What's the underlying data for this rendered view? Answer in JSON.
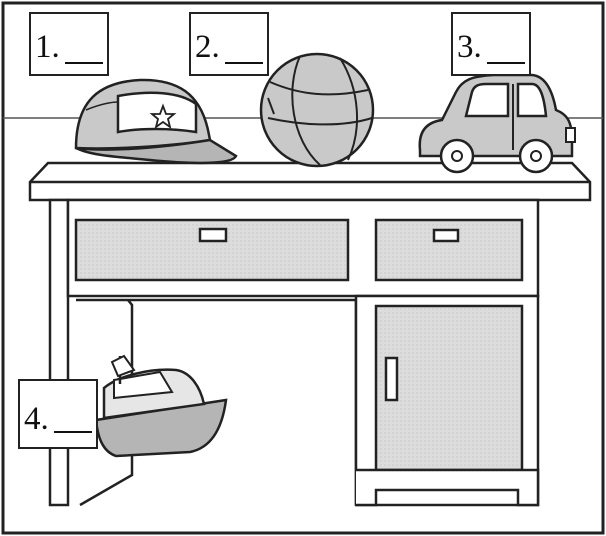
{
  "labels": [
    {
      "number": "1.",
      "object": "cap"
    },
    {
      "number": "2.",
      "object": "ball"
    },
    {
      "number": "3.",
      "object": "car"
    },
    {
      "number": "4.",
      "object": "boat"
    }
  ],
  "icons": [
    "cap-icon",
    "ball-icon",
    "car-icon",
    "boat-icon",
    "desk-icon"
  ],
  "colors": {
    "outline": "#222222",
    "shade": "#c9c9c9",
    "panel": "#d9d9d9",
    "background": "#ffffff"
  }
}
